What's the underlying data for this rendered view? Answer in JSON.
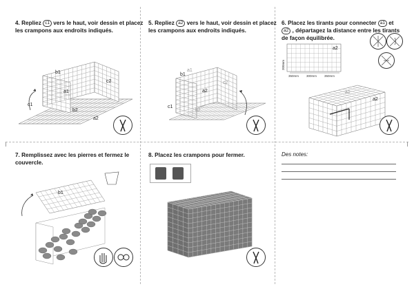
{
  "panels": {
    "p4": {
      "number": "4.",
      "text_a": "Repliez",
      "badge": "c1",
      "text_b": "vers le haut, voir dessin et placez les crampons aux endroits indiqués.",
      "labels": {
        "b1": "b1",
        "a1": "a1",
        "c2": "c2",
        "c1": "c1",
        "b2": "b2",
        "a2": "a2"
      }
    },
    "p5": {
      "number": "5.",
      "text_a": "Repliez",
      "badge": "a2",
      "text_b": "vers le haut, voir dessin et placez les crampons aux endroits indiqués.",
      "labels": {
        "b1": "b1",
        "a1": "a1",
        "a2": "a2",
        "c1": "c1",
        "c2": "c2",
        "b2": "b2"
      }
    },
    "p6": {
      "number": "6.",
      "text_a": "Placez les tirants pour connecter",
      "badge": "a1",
      "text_b": "et",
      "badge2": "a2",
      "text_c": ", départagez la distance entre les tirants de façon équilibrée.",
      "dims": {
        "d1": "350mm",
        "d2": "300mm",
        "d3": "350mm",
        "side": "300mm"
      },
      "labels": {
        "a2_top": "a2",
        "a1": "a1",
        "a2": "a2"
      }
    },
    "p7": {
      "number": "7.",
      "text": "Remplissez avec les pierres et fermez le couvercle.",
      "labels": {
        "b1": "b1"
      }
    },
    "p8": {
      "number": "8.",
      "text": "Placez les crampons pour fermer."
    },
    "notes": {
      "title": "Des notes:"
    }
  },
  "icons": {
    "pliers": "pliers-icon",
    "gloves": "gloves-icon",
    "glasses": "safety-glasses-icon",
    "spiral": "spiral-connector-icon",
    "clip": "clip-connector-icon"
  }
}
